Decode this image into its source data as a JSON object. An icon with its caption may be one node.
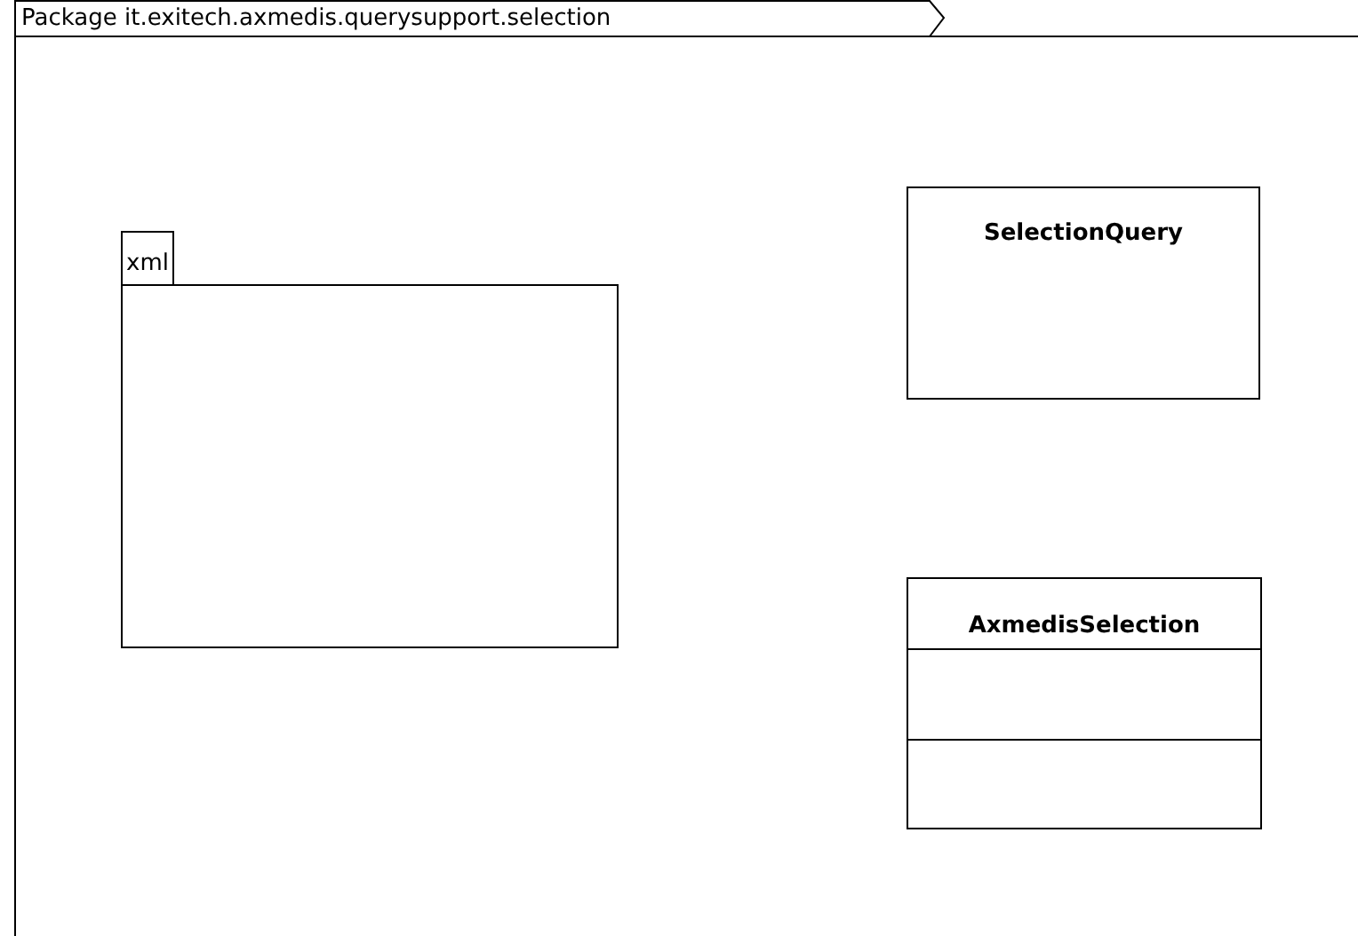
{
  "diagram": {
    "nodes": [
      {
        "text": [
          "Package it.exitech.axmedis.querysupport.selection"
        ]
      },
      {
        "text": [
          "xml"
        ],
        "in": 0
      },
      {
        "text": [
          "SelectionQuery"
        ],
        "in": 0
      },
      {
        "text": [
          "AxmedisSelection"
        ],
        "in": 0
      }
    ]
  }
}
